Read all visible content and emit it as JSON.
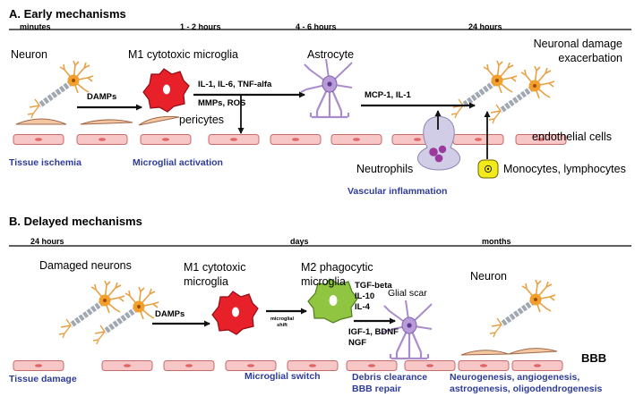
{
  "section_a": {
    "title": "A. Early mechanisms",
    "timeline": [
      "minutes",
      "1 - 2 hours",
      "4 - 6 hours",
      "24 hours"
    ],
    "labels": {
      "neuron": "Neuron",
      "m1": "M1 cytotoxic microglia",
      "astrocyte": "Astrocyte",
      "damage": "Neuronal damage\nexacerbation",
      "pericytes": "pericytes",
      "endothelial": "endothelial cells",
      "neutrophils": "Neutrophils",
      "monocytes": "Monocytes, lymphocytes"
    },
    "mediators": {
      "damps": "DAMPs",
      "cytokines": "IL-1, IL-6, TNF-alfa",
      "mmps": "MMPs, ROS",
      "mcp": "MCP-1, IL-1"
    },
    "processes": [
      "Tissue ischemia",
      "Microglial activation",
      "Vascular inflammation"
    ]
  },
  "section_b": {
    "title": "B. Delayed mechanisms",
    "timeline": [
      "24 hours",
      "days",
      "months"
    ],
    "labels": {
      "damaged": "Damaged neurons",
      "m1": "M1 cytotoxic\nmicroglia",
      "m2": "M2 phagocytic\nmicroglia",
      "glial": "Glial scar",
      "neuron": "Neuron",
      "bbb": "BBB"
    },
    "mediators": {
      "damps": "DAMPs",
      "shift": "microglial\nshift",
      "tgf": "TGF-beta\nIL-10\nIL-4",
      "igf": "IGF-1, BDNF\nNGF"
    },
    "processes": [
      "Tissue damage",
      "Microglial switch",
      "Debris clearance\nBBB repair",
      "Neurogenesis, angiogenesis,\nastrogenesis, oligodendrogenesis"
    ]
  },
  "colors": {
    "endothelial_fill": "#f7c6c6",
    "endothelial_stroke": "#c76a6a",
    "m1_red": "#e8202a",
    "m2_green": "#8fc540",
    "astro_purple": "#a98cc9",
    "neuron_orange": "#f1a32c",
    "process_blue": "#2e3c99",
    "monocyte_yellow": "#f2ea1a"
  }
}
